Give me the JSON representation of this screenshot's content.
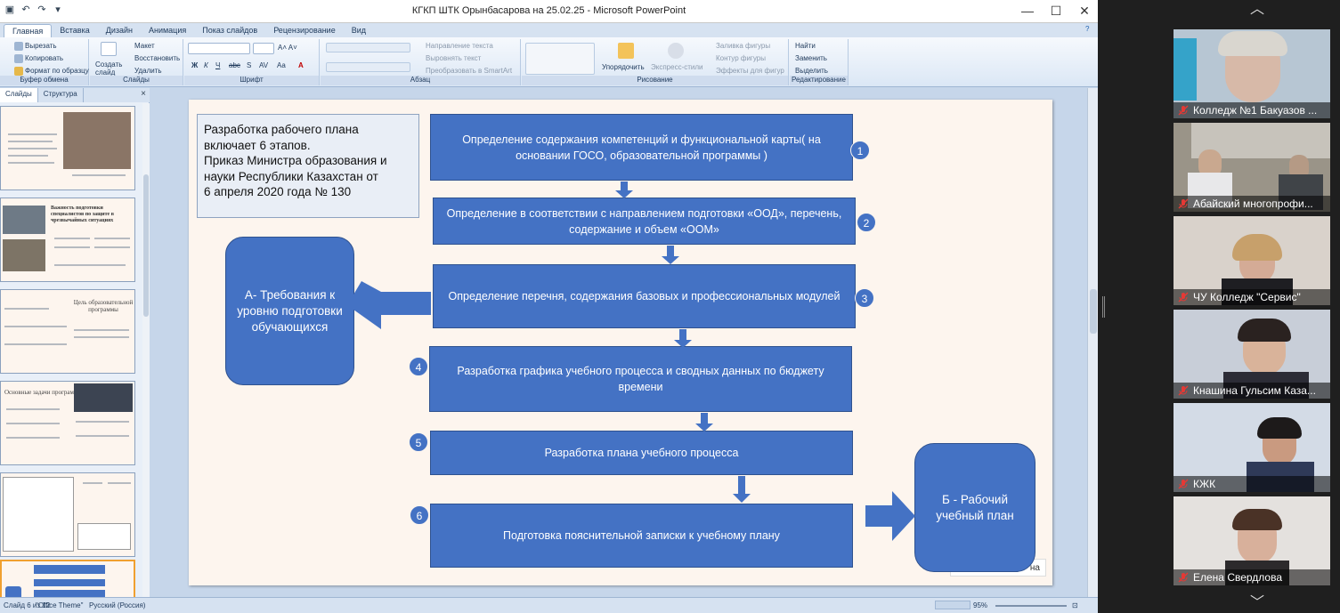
{
  "window": {
    "title": "КГКП ШТК Орынбасарова на 25.02.25 - Microsoft PowerPoint",
    "controls": [
      "—",
      "☐",
      "✕"
    ]
  },
  "ribbon_tabs": [
    "Главная",
    "Вставка",
    "Дизайн",
    "Анимация",
    "Показ слайдов",
    "Рецензирование",
    "Вид"
  ],
  "ribbon": {
    "clipboard": {
      "cut": "Вырезать",
      "copy": "Копировать",
      "format": "Формат по образцу",
      "label": "Буфер обмена"
    },
    "slides": {
      "create": "Создать слайд",
      "layout": "Макет",
      "reset": "Восстановить",
      "delete": "Удалить",
      "label": "Слайды"
    },
    "font": {
      "label": "Шрифт",
      "format_buttons": [
        "Ж",
        "К",
        "Ч",
        "abc",
        "S",
        "AV",
        "Aa",
        "A"
      ]
    },
    "paragraph": {
      "direction": "Направление текста",
      "align": "Выровнять текст",
      "smartart": "Преобразовать в SmartArt",
      "label": "Абзац"
    },
    "drawing": {
      "arrange": "Упорядочить",
      "styles": "Экспресс-стили",
      "fill": "Заливка фигуры",
      "outline": "Контур фигуры",
      "effects": "Эффекты для фигур",
      "label": "Рисование"
    },
    "editing": {
      "find": "Найти",
      "replace": "Заменить",
      "select": "Выделить",
      "label": "Редактирование"
    }
  },
  "panel_tabs": [
    "Слайды",
    "Структура"
  ],
  "status": {
    "slide": "Слайд 6 из 12",
    "theme": "\"Office Theme\"",
    "lang": "Русский (Россия)",
    "zoom": "95%"
  },
  "slide": {
    "header_lines": [
      "Разработка рабочего плана",
      "включает 6 этапов.",
      "Приказ Министра образования и",
      "науки Республики Казахстан от",
      "6 апреля 2020 года № 130"
    ],
    "steps": [
      {
        "n": "1",
        "text": "Определение содержания компетенций и функциональной карты( на основании ГОСО, образовательной программы )"
      },
      {
        "n": "2",
        "text": "Определение в соответствии с направлением подготовки «ООД», перечень, содержание и объем «ООМ»"
      },
      {
        "n": "3",
        "text": "Определение перечня, содержания базовых и профессиональных модулей"
      },
      {
        "n": "4",
        "text": "Разработка графика учебного процесса и сводных данных по бюджету времени"
      },
      {
        "n": "5",
        "text": "Разработка плана учебного процесса"
      },
      {
        "n": "6",
        "text": "Подготовка пояснительной записки к учебному плану"
      }
    ],
    "left_box": "А- Требования к уровню подготовки обучающихся",
    "right_box": "Б - Рабочий учебный план",
    "right_box_tail": "на"
  },
  "thumb_titles": [
    "",
    "Важность подготовки специалистов по защите в чрезвычайных ситуациях",
    "Цель образовательной программы",
    "Основные задачи программы",
    "",
    ""
  ],
  "participants": [
    {
      "name": "Колледж №1 Бакуазов ...",
      "bg": "#b7c6d3"
    },
    {
      "name": "Абайский многопрофи...",
      "bg": "#9a9488"
    },
    {
      "name": "ЧУ Колледж \"Сервис\"",
      "bg": "#d9d2cb"
    },
    {
      "name": "Кнашина Гульсим Каза...",
      "bg": "#c8ced8"
    },
    {
      "name": "КЖК",
      "bg": "#d3dbe6"
    },
    {
      "name": "Елена Свердлова",
      "bg": "#e4e1de"
    }
  ]
}
